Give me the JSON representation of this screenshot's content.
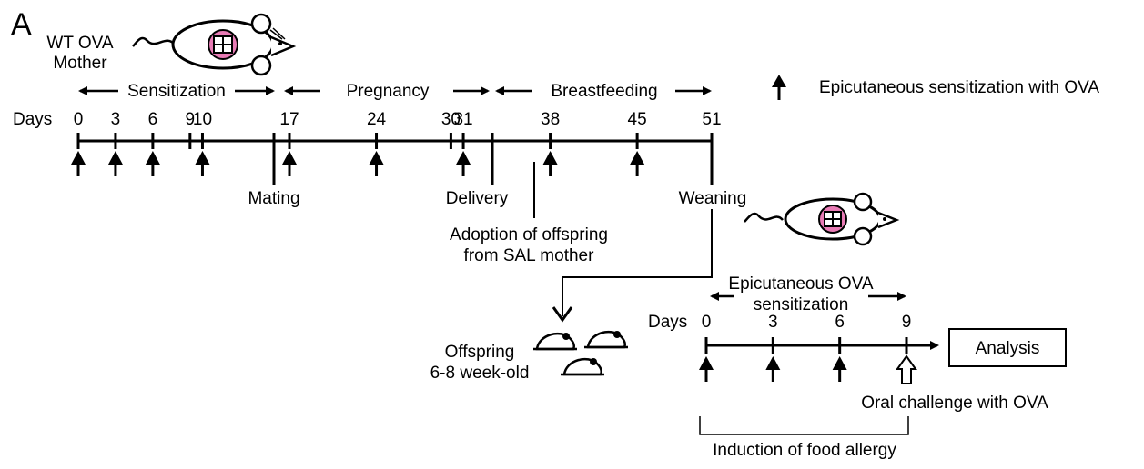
{
  "panel_label": "A",
  "mother": {
    "line1": "WT OVA",
    "line2": "Mother"
  },
  "legend": {
    "text": "Epicutaneous sensitization with OVA"
  },
  "phases": {
    "sensitization": "Sensitization",
    "pregnancy": "Pregnancy",
    "breastfeeding": "Breastfeeding"
  },
  "timeline1": {
    "days_label": "Days",
    "ticks": [
      {
        "day": "0",
        "arrow": true
      },
      {
        "day": "3",
        "arrow": true
      },
      {
        "day": "6",
        "arrow": true
      },
      {
        "day": "9",
        "arrow": false
      },
      {
        "day": "10",
        "arrow": true
      },
      {
        "day": "17",
        "arrow": true
      },
      {
        "day": "24",
        "arrow": true
      },
      {
        "day": "30",
        "arrow": false
      },
      {
        "day": "31",
        "arrow": true
      },
      {
        "day": "38",
        "arrow": true
      },
      {
        "day": "45",
        "arrow": true
      },
      {
        "day": "51",
        "arrow": false
      }
    ],
    "events": {
      "mating": "Mating",
      "delivery": "Delivery",
      "weaning": "Weaning",
      "adoption_line1": "Adoption of offspring",
      "adoption_line2": "from SAL mother"
    }
  },
  "offspring": {
    "line1": "Offspring",
    "line2": "6-8 week-old"
  },
  "timeline2": {
    "days_label": "Days",
    "phase_line1": "Epicutaneous OVA",
    "phase_line2": "sensitization",
    "ticks": [
      {
        "day": "0",
        "marker": "filled"
      },
      {
        "day": "3",
        "marker": "filled"
      },
      {
        "day": "6",
        "marker": "filled"
      },
      {
        "day": "9",
        "marker": "open"
      }
    ],
    "analysis": "Analysis",
    "oral_challenge": "Oral challenge with OVA",
    "induction": "Induction of food allergy"
  },
  "colors": {
    "ink": "#000000",
    "mouse_body_pink": "#e87bb5",
    "background": "#ffffff"
  },
  "icons": [
    "mouse-icon",
    "mouse-icon",
    "sensitization-arrow-icon",
    "challenge-open-arrow-icon",
    "pup-icon"
  ]
}
